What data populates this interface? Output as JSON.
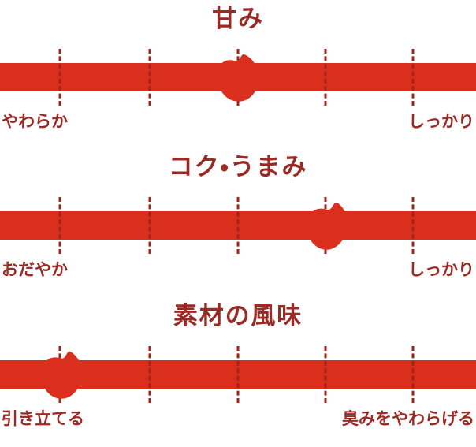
{
  "theme": {
    "bar_color": "#DB2F1E",
    "marker_color": "#DB2F1E",
    "text_color": "#9B2A24",
    "tick_color": "#A0251B",
    "background": "transparent"
  },
  "chart_data": {
    "type": "bar",
    "title": "",
    "xlabel": "",
    "ylabel": "",
    "grid": true,
    "legend": null,
    "scale_positions": [
      1,
      2,
      3,
      4,
      5
    ],
    "scale_max": 5,
    "categories": [
      "甘み",
      "コク・うまみ",
      "素材の風味"
    ],
    "values": [
      3,
      4,
      1
    ],
    "series": [
      {
        "name": "甘み",
        "value": 3,
        "left_anchor": "やわらか",
        "right_anchor": "しっかり"
      },
      {
        "name": "コク・うまみ",
        "value": 4,
        "left_anchor": "おだやか",
        "right_anchor": "しっかり"
      },
      {
        "name": "素材の風味",
        "value": 1,
        "left_anchor": "引き立てる",
        "right_anchor": "臭みをやわらげる"
      }
    ]
  },
  "sections": [
    {
      "title": "甘み",
      "left_label": "やわらか",
      "right_label": "しっかり",
      "marker_index": 3
    },
    {
      "title": "コク・うまみ",
      "left_label": "おだやか",
      "right_label": "しっかり",
      "marker_index": 4
    },
    {
      "title": "素材の風味",
      "left_label": "引き立てる",
      "right_label": "臭みをやわらげる",
      "marker_index": 1
    }
  ]
}
